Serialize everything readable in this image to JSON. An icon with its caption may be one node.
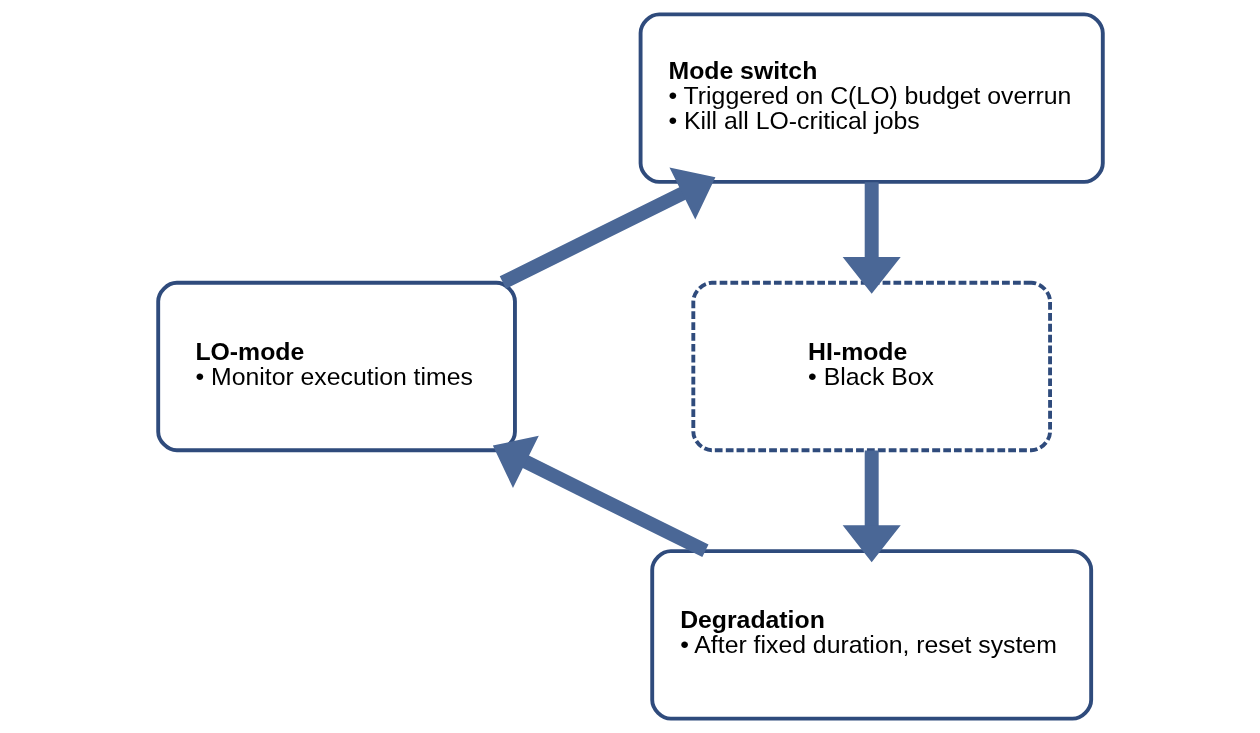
{
  "diagram": {
    "nodes": [
      {
        "text": [
          "Mode switch",
          "• Triggered on C(LO) budget overrun",
          "• Kill all LO-critical jobs"
        ]
      },
      {
        "text": [
          "LO-mode",
          "• Monitor execution times"
        ]
      },
      {
        "text": [
          "HI-mode",
          "• Black Box"
        ]
      },
      {
        "text": [
          "Degradation",
          "• After fixed duration, reset system"
        ]
      }
    ],
    "edges": [
      {
        "from": 1,
        "to": 0,
        "arrow": "to"
      },
      {
        "from": 0,
        "to": 2,
        "arrow": "to"
      },
      {
        "from": 2,
        "to": 3,
        "arrow": "to"
      },
      {
        "from": 3,
        "to": 1,
        "arrow": "to"
      }
    ]
  }
}
